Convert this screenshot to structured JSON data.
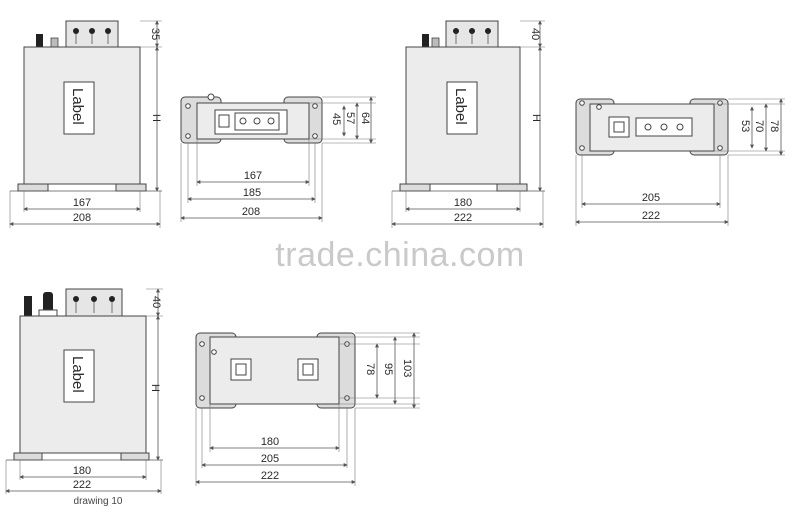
{
  "watermark": "trade.china.com",
  "caption": "drawing 10",
  "drawings": {
    "d1_front": {
      "label": "Label",
      "h": "H",
      "terminal_height": "35",
      "inner_width": "167",
      "outer_width": "208"
    },
    "d1_top": {
      "height_a": "45",
      "height_b": "57",
      "height_c": "64",
      "width_a": "167",
      "width_b": "185",
      "width_c": "208"
    },
    "d2_front": {
      "label": "Label",
      "h": "H",
      "terminal_height": "40",
      "inner_width": "180",
      "outer_width": "222"
    },
    "d2_top": {
      "height_a": "53",
      "height_b": "70",
      "height_c": "78",
      "width_a": "205",
      "width_b": "222"
    },
    "d3_front": {
      "label": "Label",
      "h": "H",
      "terminal_height": "40",
      "inner_width": "180",
      "outer_width": "222"
    },
    "d3_top": {
      "height_a": "78",
      "height_b": "95",
      "height_c": "103",
      "width_a": "180",
      "width_b": "205",
      "width_c": "222"
    }
  }
}
